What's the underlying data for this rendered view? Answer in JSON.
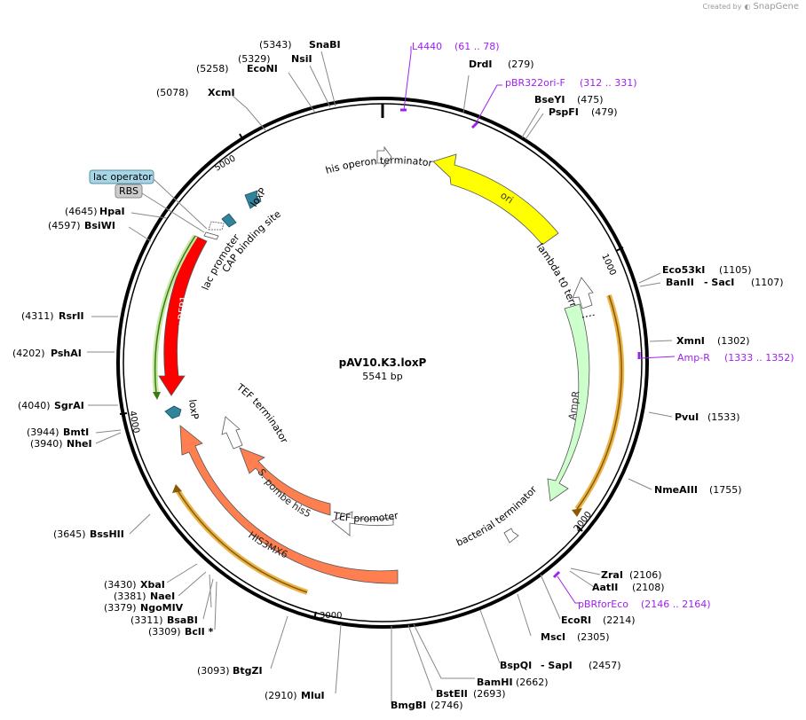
{
  "credit": {
    "prefix": "Created by",
    "brand": "SnapGene"
  },
  "plasmid": {
    "name": "pAV10.K3.loxP",
    "size_label": "5541 bp",
    "length": 5541
  },
  "ticks": [
    "1000",
    "2000",
    "3000",
    "4000",
    "5000"
  ],
  "restriction_sites": [
    {
      "id": "snabi",
      "pos": "(5343)",
      "name": "SnaBI"
    },
    {
      "id": "nsii",
      "pos": "(5329)",
      "name": "NsiI"
    },
    {
      "id": "econi",
      "pos": "(5258)",
      "name": "EcoNI"
    },
    {
      "id": "xcmi",
      "pos": "(5078)",
      "name": "XcmI"
    },
    {
      "id": "drdi",
      "pos": "(279)",
      "name": "DrdI"
    },
    {
      "id": "bseyi",
      "pos": "(475)",
      "name": "BseYI"
    },
    {
      "id": "pspfi",
      "pos": "(479)",
      "name": "PspFI"
    },
    {
      "id": "hpai",
      "pos": "(4645)",
      "name": "HpaI"
    },
    {
      "id": "bsiwi",
      "pos": "(4597)",
      "name": "BsiWI"
    },
    {
      "id": "eco53ki",
      "pos": "(1105)",
      "name": "Eco53kI"
    },
    {
      "id": "banii",
      "pos": "",
      "name": "BanII"
    },
    {
      "id": "saci",
      "pos": "(1107)",
      "name": "- SacI"
    },
    {
      "id": "rsrii",
      "pos": "(4311)",
      "name": "RsrII"
    },
    {
      "id": "xmni",
      "pos": "(1302)",
      "name": "XmnI"
    },
    {
      "id": "pshai",
      "pos": "(4202)",
      "name": "PshAI"
    },
    {
      "id": "sgrai",
      "pos": "(4040)",
      "name": "SgrAI"
    },
    {
      "id": "pvui",
      "pos": "(1533)",
      "name": "PvuI"
    },
    {
      "id": "bmti",
      "pos": "(3944)",
      "name": "BmtI"
    },
    {
      "id": "nhei",
      "pos": "(3940)",
      "name": "NheI"
    },
    {
      "id": "nmeaiii",
      "pos": "(1755)",
      "name": "NmeAIII"
    },
    {
      "id": "bsshii",
      "pos": "(3645)",
      "name": "BssHII"
    },
    {
      "id": "zrai",
      "pos": "(2106)",
      "name": "ZraI"
    },
    {
      "id": "aatii",
      "pos": "(2108)",
      "name": "AatII"
    },
    {
      "id": "xbai",
      "pos": "(3430)",
      "name": "XbaI"
    },
    {
      "id": "naei",
      "pos": "(3381)",
      "name": "NaeI"
    },
    {
      "id": "ngomiv",
      "pos": "(3379)",
      "name": "NgoMIV"
    },
    {
      "id": "ecori",
      "pos": "(2214)",
      "name": "EcoRI"
    },
    {
      "id": "bsabi",
      "pos": "(3311)",
      "name": "BsaBI"
    },
    {
      "id": "bcli",
      "pos": "(3309)",
      "name": "BclI *"
    },
    {
      "id": "msci",
      "pos": "(2305)",
      "name": "MscI"
    },
    {
      "id": "bspqi",
      "pos": "",
      "name": "BspQI"
    },
    {
      "id": "sapi",
      "pos": "(2457)",
      "name": "- SapI"
    },
    {
      "id": "btgzi",
      "pos": "(3093)",
      "name": "BtgZI"
    },
    {
      "id": "bamhi",
      "pos": "(2662)",
      "name": "BamHI"
    },
    {
      "id": "mlui",
      "pos": "(2910)",
      "name": "MluI"
    },
    {
      "id": "bsteii",
      "pos": "(2693)",
      "name": "BstEII"
    },
    {
      "id": "bmgbi",
      "pos": "(2746)",
      "name": "BmgBI"
    }
  ],
  "primers": [
    {
      "id": "l4440",
      "name": "L4440",
      "range": "(61 .. 78)"
    },
    {
      "id": "pbr322ori",
      "name": "pBR322ori-F",
      "range": "(312 .. 331)"
    },
    {
      "id": "ampr",
      "name": "Amp-R",
      "range": "(1333 .. 1352)"
    },
    {
      "id": "pbrforeco",
      "name": "pBRforEco",
      "range": "(2146 .. 2164)"
    }
  ],
  "features": {
    "ori": "ori",
    "his_terminator": "his operon terminator",
    "lambda_terminator": "lambda t0 terminator",
    "ampr": "AmpR",
    "bacterial_terminator": "bacterial terminator",
    "tef_promoter": "TEF promoter",
    "pombe_his5": "S. pombe his5",
    "tef_terminator": "TEF terminator",
    "his3mx6": "HIS3MX6",
    "mrfp1": "mRFP1",
    "loxp_top": "loxP",
    "loxp_bottom": "loxP",
    "lac_promoter": "lac promoter",
    "cap_site": "CAP binding site",
    "lac_operator": "lac operator",
    "rbs": "RBS"
  },
  "colors": {
    "ori": "#ffff00",
    "ampr": "#ccffcc",
    "orange_feature": "#ff7f50",
    "mrfp1": "#ff0000",
    "loxp": "#31849b",
    "primer": "#a020f0",
    "orf_outline": "#e8b44b",
    "lac_operator_box": "#a6d6e6",
    "rbs_box": "#cccccc"
  }
}
